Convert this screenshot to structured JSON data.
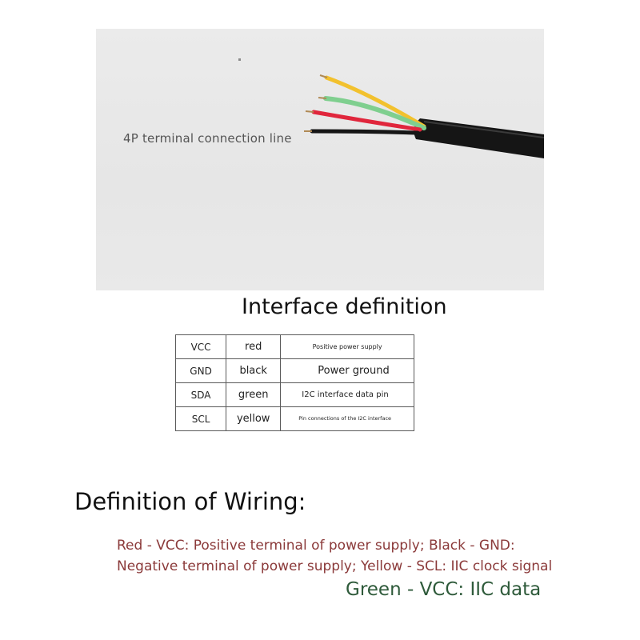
{
  "photo": {
    "caption": "4P terminal connection line",
    "wire_colors": {
      "yellow": "#f2c12e",
      "green": "#7fcf8f",
      "red": "#e0263c",
      "black": "#161616",
      "sheath": "#151515"
    }
  },
  "interface": {
    "title": "Interface definition",
    "rows": [
      {
        "pin": "VCC",
        "color": "red",
        "desc": "Positive power supply"
      },
      {
        "pin": "GND",
        "color": "black",
        "desc": "Power ground"
      },
      {
        "pin": "SDA",
        "color": "green",
        "desc": "I2C interface data pin"
      },
      {
        "pin": "SCL",
        "color": "yellow",
        "desc": "Pin connections of the I2C interface"
      }
    ]
  },
  "wiring": {
    "title": "Definition of Wiring:",
    "line1": "Red - VCC: Positive terminal of power supply; Black - GND:",
    "line2": "Negative terminal of power supply; Yellow - SCL: IIC clock signal",
    "line3": "Green - VCC: IIC data"
  }
}
